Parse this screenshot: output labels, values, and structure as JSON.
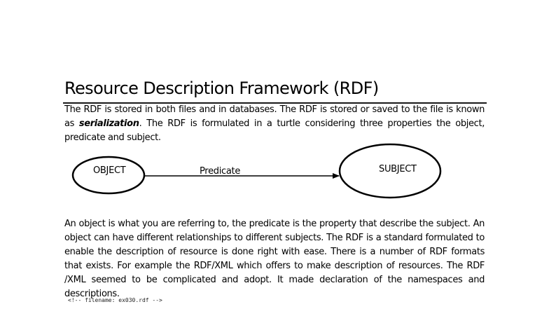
{
  "slide": {
    "title": "Resource Description Framework (RDF)",
    "para1_before": "The RDF is stored in both files and in databases. The RDF is stored or saved to the file is known as ",
    "para1_emphasis": "serialization",
    "para1_after": ". The RDF is formulated in a turtle considering three properties the object, predicate and subject.",
    "diagram": {
      "object_label": "OBJECT",
      "predicate_label": "Predicate",
      "subject_label": "SUBJECT"
    },
    "para2": "An object is what you are referring to, the predicate is the property that describe the subject. An object can have different relationships to different subjects. The RDF is a standard formulated to enable the description of resource is done right with ease. There is a number of RDF formats that exists. For example the RDF/XML which offers to make description of resources. The RDF /XML seemed to be complicated and adopt. It made declaration of the namespaces and descriptions.",
    "footer": "<!-- filename: ex030.rdf -->"
  }
}
